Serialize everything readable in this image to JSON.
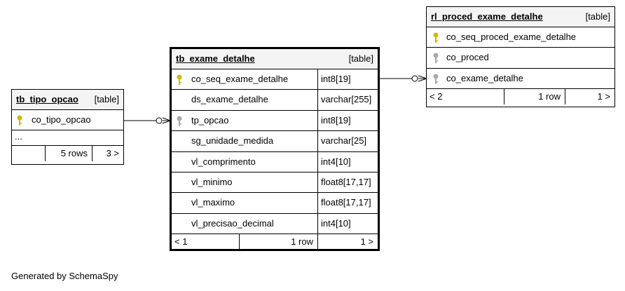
{
  "tables": {
    "tipo_opcao": {
      "name": "tb_tipo_opcao",
      "type": "[table]",
      "columns": [
        {
          "name": "co_tipo_opcao",
          "key": "primary"
        }
      ],
      "ellipsis": "...",
      "footer": {
        "left": "",
        "middle": "5 rows",
        "right": "3 >"
      }
    },
    "exame_detalhe": {
      "name": "tb_exame_detalhe",
      "type": "[table]",
      "columns": [
        {
          "name": "co_seq_exame_detalhe",
          "datatype": "int8[19]",
          "key": "primary"
        },
        {
          "name": "ds_exame_detalhe",
          "datatype": "varchar[255]",
          "key": "none"
        },
        {
          "name": "tp_opcao",
          "datatype": "int8[19]",
          "key": "foreign"
        },
        {
          "name": "sg_unidade_medida",
          "datatype": "varchar[25]",
          "key": "none"
        },
        {
          "name": "vl_comprimento",
          "datatype": "int4[10]",
          "key": "none"
        },
        {
          "name": "vl_minimo",
          "datatype": "float8[17,17]",
          "key": "none"
        },
        {
          "name": "vl_maximo",
          "datatype": "float8[17,17]",
          "key": "none"
        },
        {
          "name": "vl_precisao_decimal",
          "datatype": "int4[10]",
          "key": "none"
        }
      ],
      "footer": {
        "left": "< 1",
        "middle": "1 row",
        "right": "1 >"
      }
    },
    "proced_exame_detalhe": {
      "name": "rl_proced_exame_detalhe",
      "type": "[table]",
      "columns": [
        {
          "name": "co_seq_proced_exame_detalhe",
          "key": "primary"
        },
        {
          "name": "co_proced",
          "key": "foreign"
        },
        {
          "name": "co_exame_detalhe",
          "key": "foreign"
        }
      ],
      "footer": {
        "left": "< 2",
        "middle": "1 row",
        "right": "1 >"
      }
    }
  },
  "colors": {
    "primary_key": "#d4b800",
    "foreign_key": "#a8a8a8",
    "header_bg": "#f4f4f4"
  },
  "footer_text": "Generated by SchemaSpy"
}
